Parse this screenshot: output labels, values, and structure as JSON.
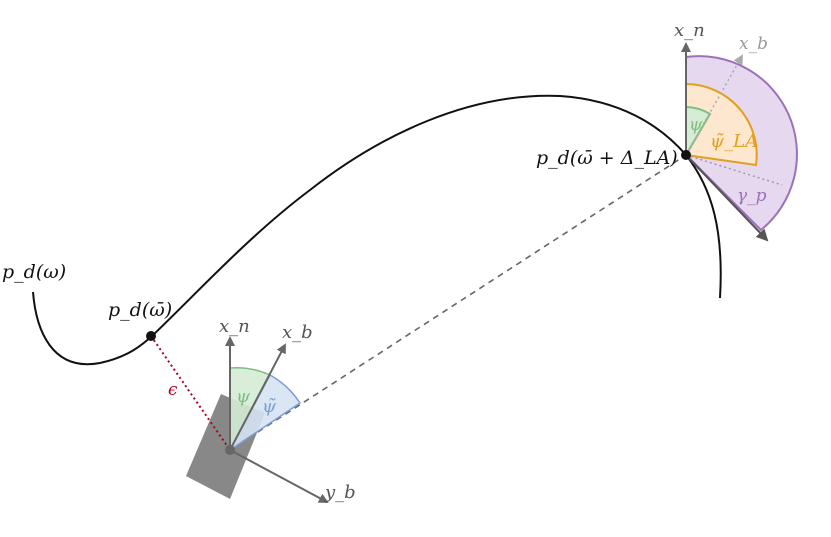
{
  "diagram": {
    "labels": {
      "path_function": "p_d(ω)",
      "closest_point": "p_d(ω̄)",
      "lookahead_point": "p_d(ω̄ + Δ_LA)",
      "cross_track_error": "ϵ",
      "vehicle_north_axis": "x_n",
      "vehicle_body_x_axis": "x_b",
      "vehicle_body_y_axis": "y_b",
      "vehicle_heading_angle": "ψ",
      "vehicle_heading_error": "ψ̃",
      "lookahead_north_axis": "x_n",
      "lookahead_body_axis": "x_b",
      "lookahead_heading_angle": "ψ",
      "lookahead_heading_error": "ψ̃_LA",
      "path_angle": "γ_p"
    },
    "colors": {
      "path": "#111111",
      "axis": "#666666",
      "cross_track_error": "#b00020",
      "psi_sector": "#7fbf7f",
      "psi_tilde_sector": "#7a9ed6",
      "psi_la_sector": "#e0a020",
      "gamma_sector": "#9b72b8",
      "vehicle_body": "#888888"
    }
  }
}
